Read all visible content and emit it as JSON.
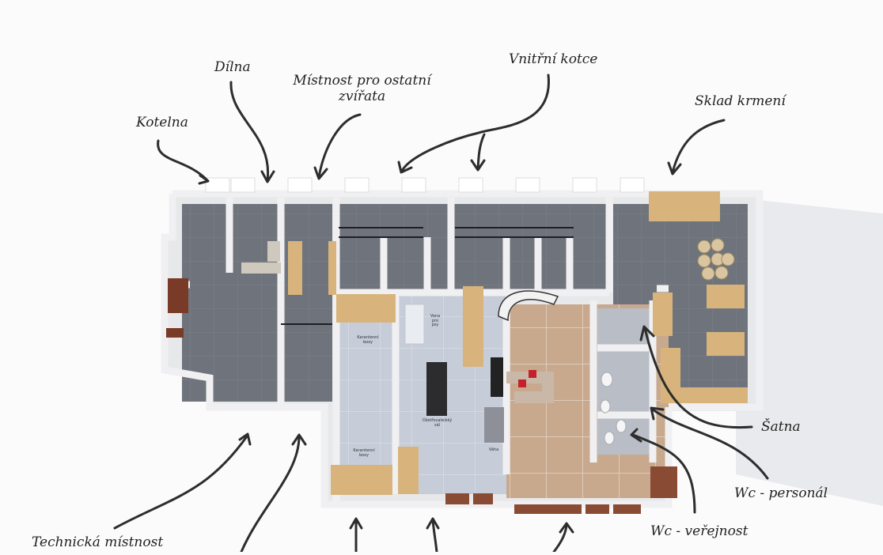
{
  "labels": {
    "kotelna": "Kotelna",
    "dilna": "Dílna",
    "mistnost_zvirata": "Místnost pro ostatní\nzvířata",
    "vnitrni_kotce": "Vnitřní kotce",
    "sklad_krmeni": "Sklad krmení",
    "satna": "Šatna",
    "wc_personal": "Wc - personál",
    "wc_verejnost": "Wc - veřejnost",
    "technicka_mistnost": "Technická místnost"
  },
  "room_labels": {
    "vana_psy": "Vana\npro\npsy",
    "karantena_1": "Karantenní\nboxy",
    "karantena_2": "Karantenní\nboxy",
    "osetrovatelsky": "Ošetřovatelský\nsál",
    "vaha": "Váha"
  },
  "colors": {
    "wall": "#ececee",
    "floor_dark": "#6f737b",
    "floor_light": "#c9d0dc",
    "floor_tile": "#c8a98e",
    "wood": "#d8b47c",
    "arrow": "#2d2d2d"
  }
}
